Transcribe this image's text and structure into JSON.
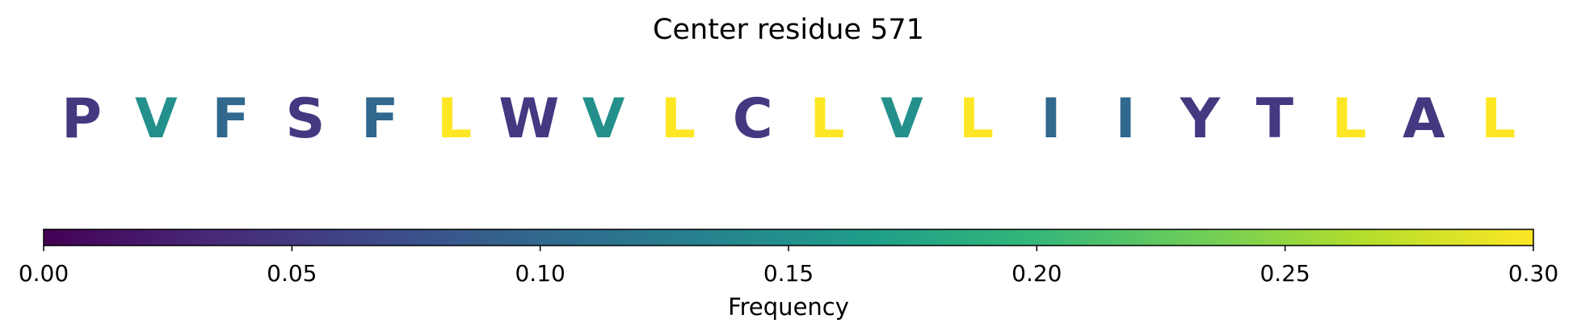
{
  "chart_data": {
    "type": "heatmap",
    "title": "Center residue 571",
    "residues": [
      {
        "letter": "P",
        "value": 0.05
      },
      {
        "letter": "V",
        "value": 0.15
      },
      {
        "letter": "F",
        "value": 0.1
      },
      {
        "letter": "S",
        "value": 0.05
      },
      {
        "letter": "F",
        "value": 0.1
      },
      {
        "letter": "L",
        "value": 0.3
      },
      {
        "letter": "W",
        "value": 0.05
      },
      {
        "letter": "V",
        "value": 0.15
      },
      {
        "letter": "L",
        "value": 0.3
      },
      {
        "letter": "C",
        "value": 0.05
      },
      {
        "letter": "L",
        "value": 0.3
      },
      {
        "letter": "V",
        "value": 0.15
      },
      {
        "letter": "L",
        "value": 0.3
      },
      {
        "letter": "I",
        "value": 0.1
      },
      {
        "letter": "I",
        "value": 0.1
      },
      {
        "letter": "Y",
        "value": 0.05
      },
      {
        "letter": "T",
        "value": 0.05
      },
      {
        "letter": "L",
        "value": 0.3
      },
      {
        "letter": "A",
        "value": 0.05
      },
      {
        "letter": "L",
        "value": 0.3
      }
    ],
    "colorbar": {
      "label": "Frequency",
      "range": [
        0,
        0.3
      ],
      "ticks": [
        0.0,
        0.05,
        0.1,
        0.15,
        0.2,
        0.25,
        0.3
      ],
      "tick_labels": [
        "0.00",
        "0.05",
        "0.10",
        "0.15",
        "0.20",
        "0.25",
        "0.30"
      ],
      "colormap": "viridis",
      "colormap_stops": [
        "#440154",
        "#482878",
        "#3e4989",
        "#31688e",
        "#26828e",
        "#1f9e89",
        "#35b779",
        "#6ece58",
        "#b5de2b",
        "#fde725"
      ]
    }
  }
}
